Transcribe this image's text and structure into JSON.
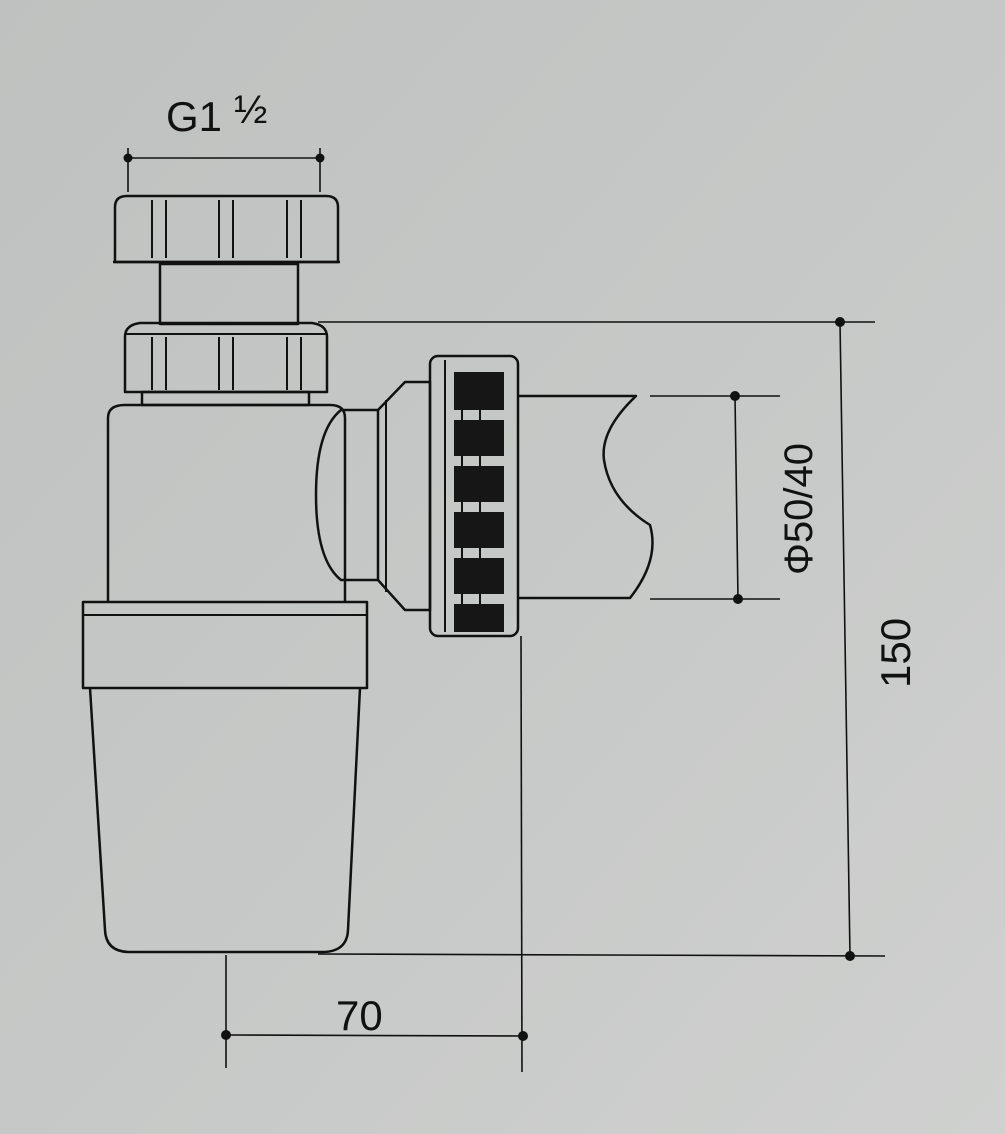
{
  "labels": {
    "thread_size": "G1",
    "thread_fraction": "½",
    "pipe_diameter": "Φ50/40",
    "total_height": "150",
    "outlet_offset": "70"
  },
  "colors": {
    "background": "#c4c6c5",
    "paper_light": "#d3d4d3",
    "line": "#111111",
    "band_fill": "#161616"
  }
}
